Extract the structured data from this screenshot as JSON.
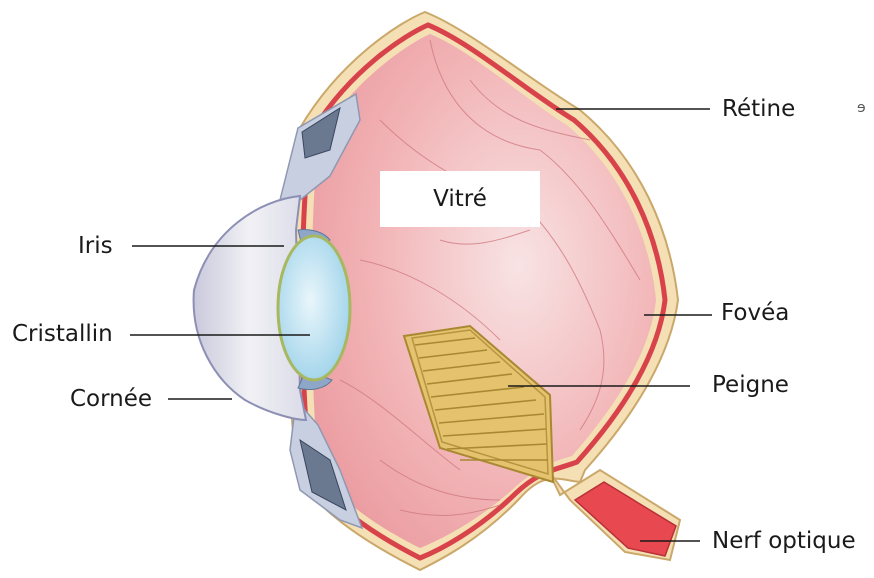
{
  "labels": {
    "retine": "Rétine",
    "fovea": "Fovéa",
    "peigne": "Peigne",
    "nerf_optique": "Nerf optique",
    "iris": "Iris",
    "cristallin": "Cristallin",
    "cornee": "Cornée",
    "vitre": "Vitré"
  },
  "stray_mark": "ɘ"
}
